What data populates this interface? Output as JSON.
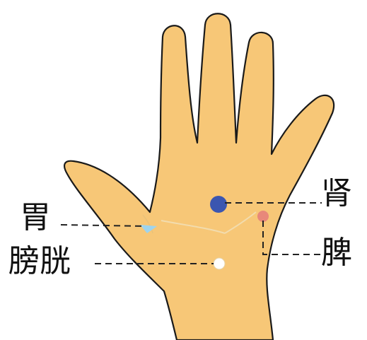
{
  "labels": {
    "stomach": "胃",
    "bladder": "膀胱",
    "kidney": "肾",
    "spleen": "脾"
  },
  "colors": {
    "skin": "#F7C777",
    "outline": "#1a1a1a",
    "kidney_dot": "#3B56B0",
    "spleen_dot": "#E8887A",
    "stomach_dot": "#9ED4EE",
    "bladder_dot": "#FFFFFF",
    "leader_line": "#222222"
  }
}
